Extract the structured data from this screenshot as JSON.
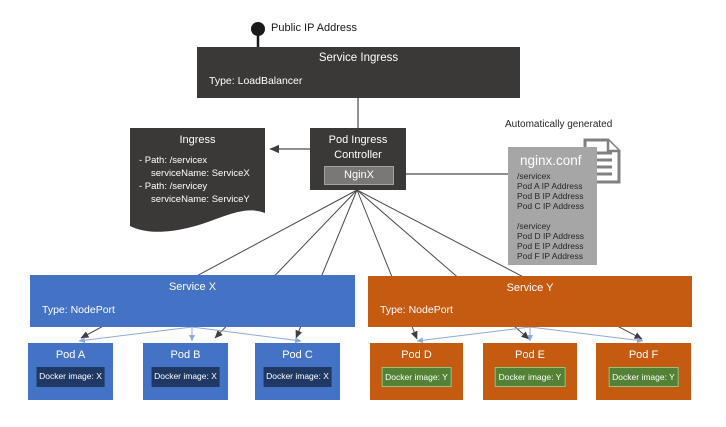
{
  "colors": {
    "dark_box": "#3b3838",
    "blue": "#4472c4",
    "navy": "#1f3864",
    "orange": "#c55a11",
    "green": "#538135",
    "gray_box": "#a6a6a6",
    "connector": "#4a4a4a",
    "service_connector": "#8faadc"
  },
  "public_ip": {
    "label": "Public IP Address"
  },
  "service_ingress": {
    "title": "Service Ingress",
    "type": "Type: LoadBalancer"
  },
  "ingress": {
    "title": "Ingress",
    "lines": [
      "- Path: /servicex",
      "serviceName: ServiceX",
      "- Path: /servicey",
      "serviceName: ServiceY"
    ]
  },
  "pod_ingress_controller": {
    "title_line1": "Pod Ingress",
    "title_line2": "Controller",
    "engine": "NginX"
  },
  "nginx_conf": {
    "note": "Automatically generated",
    "title": "nginx.conf",
    "group1": [
      "/servicex",
      "Pod A IP Address",
      "Pod B IP Address",
      "Pod C IP Address"
    ],
    "group2": [
      "/servicey",
      "Pod D IP Address",
      "Pod E IP Address",
      "Pod F IP Address"
    ]
  },
  "services": [
    {
      "title": "Service X",
      "type": "Type: NodePort"
    },
    {
      "title": "Service Y",
      "type": "Type: NodePort"
    }
  ],
  "pods": [
    {
      "title": "Pod A",
      "image": "Docker image: X"
    },
    {
      "title": "Pod B",
      "image": "Docker image: X"
    },
    {
      "title": "Pod C",
      "image": "Docker image: X"
    },
    {
      "title": "Pod D",
      "image": "Docker image: Y"
    },
    {
      "title": "Pod E",
      "image": "Docker image: Y"
    },
    {
      "title": "Pod F",
      "image": "Docker image: Y"
    }
  ]
}
